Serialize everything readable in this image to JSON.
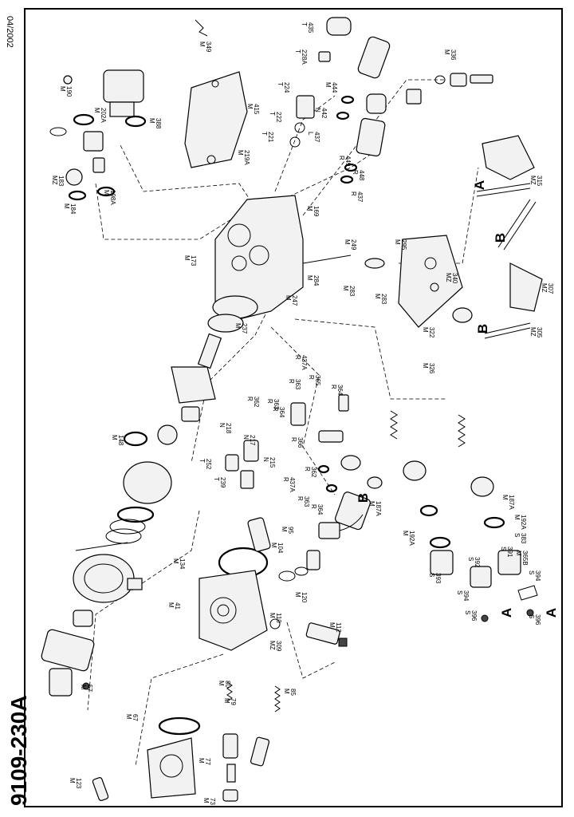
{
  "date": "04/2002",
  "document_number": "9109-230A",
  "callouts": [
    {
      "id": "c435",
      "num": "435",
      "code": "T"
    },
    {
      "id": "c228A",
      "num": "228A",
      "code": "T"
    },
    {
      "id": "c349",
      "num": "349",
      "code": "M"
    },
    {
      "id": "c336",
      "num": "336",
      "code": "M"
    },
    {
      "id": "c444",
      "num": "444",
      "code": "M"
    },
    {
      "id": "c224",
      "num": "224",
      "code": "T"
    },
    {
      "id": "c415",
      "num": "415",
      "code": "M"
    },
    {
      "id": "c222",
      "num": "222",
      "code": "T"
    },
    {
      "id": "c442",
      "num": "442",
      "code": "N"
    },
    {
      "id": "c221",
      "num": "221",
      "code": "T"
    },
    {
      "id": "c437",
      "num": "437",
      "code": "L"
    },
    {
      "id": "c190",
      "num": "190",
      "code": "M"
    },
    {
      "id": "c202A",
      "num": "202A",
      "code": "M"
    },
    {
      "id": "c388",
      "num": "388",
      "code": "M"
    },
    {
      "id": "c219A",
      "num": "219A",
      "code": "M"
    },
    {
      "id": "c449",
      "num": "449",
      "code": "R"
    },
    {
      "id": "c448",
      "num": "448",
      "code": "R"
    },
    {
      "id": "c437b",
      "num": "437",
      "code": "R"
    },
    {
      "id": "c315",
      "num": "315",
      "code": "MZ"
    },
    {
      "id": "c183",
      "num": "183",
      "code": "MZ"
    },
    {
      "id": "c198A",
      "num": "198A",
      "code": "M"
    },
    {
      "id": "c184",
      "num": "184",
      "code": "M"
    },
    {
      "id": "c169",
      "num": "169",
      "code": "M"
    },
    {
      "id": "c249",
      "num": "249",
      "code": "M"
    },
    {
      "id": "c295",
      "num": "295",
      "code": "M"
    },
    {
      "id": "c173",
      "num": "173",
      "code": "M"
    },
    {
      "id": "c284",
      "num": "284",
      "code": "M"
    },
    {
      "id": "c340",
      "num": "340",
      "code": "MZ"
    },
    {
      "id": "c307",
      "num": "307",
      "code": "MZ"
    },
    {
      "id": "c247",
      "num": "247",
      "code": "M"
    },
    {
      "id": "c283a",
      "num": "283",
      "code": "M"
    },
    {
      "id": "c283b",
      "num": "283",
      "code": "M"
    },
    {
      "id": "c237",
      "num": "237",
      "code": "M"
    },
    {
      "id": "c322",
      "num": "322",
      "code": "M"
    },
    {
      "id": "c305",
      "num": "305",
      "code": "MZ"
    },
    {
      "id": "c437A",
      "num": "437A",
      "code": "R"
    },
    {
      "id": "c326",
      "num": "326",
      "code": "M"
    },
    {
      "id": "c365a",
      "num": "365",
      "code": "R"
    },
    {
      "id": "c364a",
      "num": "364",
      "code": "R"
    },
    {
      "id": "c363a",
      "num": "363",
      "code": "R"
    },
    {
      "id": "c363b",
      "num": "363",
      "code": "R"
    },
    {
      "id": "c362a",
      "num": "362",
      "code": "R"
    },
    {
      "id": "c364b",
      "num": "364",
      "code": "R"
    },
    {
      "id": "c148",
      "num": "148",
      "code": "M"
    },
    {
      "id": "c218",
      "num": "218",
      "code": "N"
    },
    {
      "id": "c217",
      "num": "217",
      "code": "N"
    },
    {
      "id": "c366",
      "num": "366",
      "code": "R"
    },
    {
      "id": "c215",
      "num": "215",
      "code": "N"
    },
    {
      "id": "c252",
      "num": "252",
      "code": "T"
    },
    {
      "id": "c239",
      "num": "239",
      "code": "T"
    },
    {
      "id": "c362b",
      "num": "362",
      "code": "R"
    },
    {
      "id": "c437Ab",
      "num": "437A",
      "code": "R"
    },
    {
      "id": "c363c",
      "num": "363",
      "code": "R"
    },
    {
      "id": "c364c",
      "num": "364",
      "code": "R"
    },
    {
      "id": "c187A",
      "num": "187A",
      "code": "M"
    },
    {
      "id": "c192Aa",
      "num": "192A",
      "code": "M"
    },
    {
      "id": "c187Ab",
      "num": "187A",
      "code": "M"
    },
    {
      "id": "c192Ab",
      "num": "192A",
      "code": "M"
    },
    {
      "id": "c383",
      "num": "383",
      "code": "S"
    },
    {
      "id": "c391",
      "num": "391",
      "code": "S"
    },
    {
      "id": "c365B",
      "num": "365B",
      "code": "M"
    },
    {
      "id": "c392",
      "num": "392",
      "code": "S"
    },
    {
      "id": "c393",
      "num": "393",
      "code": "S"
    },
    {
      "id": "c394a",
      "num": "394",
      "code": "S"
    },
    {
      "id": "c394b",
      "num": "394",
      "code": "S"
    },
    {
      "id": "c396a",
      "num": "396",
      "code": "S"
    },
    {
      "id": "c396b",
      "num": "396",
      "code": "S"
    },
    {
      "id": "c95",
      "num": "95",
      "code": "M"
    },
    {
      "id": "c104",
      "num": "104",
      "code": "M"
    },
    {
      "id": "c134",
      "num": "134",
      "code": "M"
    },
    {
      "id": "c120",
      "num": "120",
      "code": "M"
    },
    {
      "id": "c41",
      "num": "41",
      "code": "M"
    },
    {
      "id": "c110",
      "num": "110",
      "code": "M"
    },
    {
      "id": "c112",
      "num": "112",
      "code": "M"
    },
    {
      "id": "c309",
      "num": "309",
      "code": "MZ"
    },
    {
      "id": "c57",
      "num": "57",
      "code": "M"
    },
    {
      "id": "c80",
      "num": "80",
      "code": "M"
    },
    {
      "id": "c79",
      "num": "79",
      "code": "M"
    },
    {
      "id": "c85",
      "num": "85",
      "code": "M"
    },
    {
      "id": "c67",
      "num": "67",
      "code": "M"
    },
    {
      "id": "c77",
      "num": "77",
      "code": "M"
    },
    {
      "id": "c123",
      "num": "123",
      "code": "M"
    },
    {
      "id": "c73",
      "num": "73",
      "code": "M"
    }
  ],
  "section_letters": [
    {
      "id": "A1",
      "letter": "A"
    },
    {
      "id": "B1",
      "letter": "B"
    },
    {
      "id": "B2",
      "letter": "B"
    },
    {
      "id": "B3",
      "letter": "B"
    },
    {
      "id": "A2",
      "letter": "A"
    },
    {
      "id": "A3",
      "letter": "A"
    }
  ]
}
